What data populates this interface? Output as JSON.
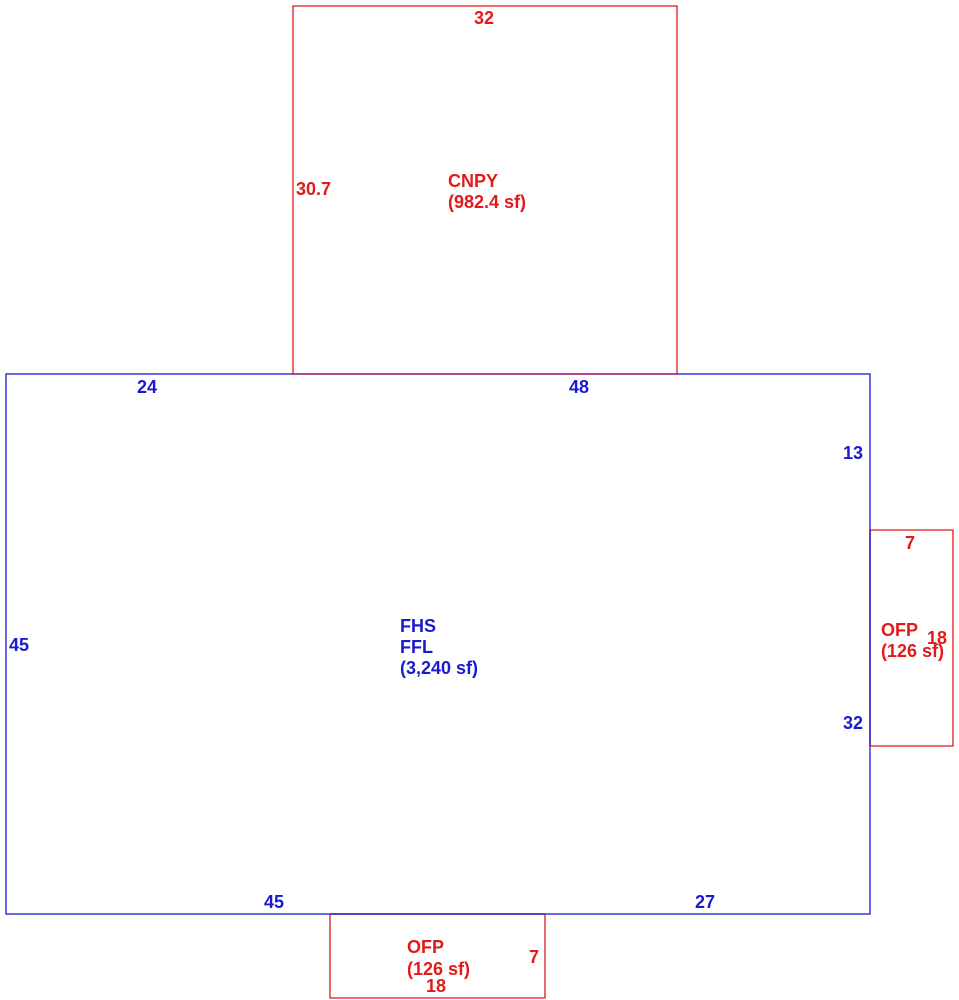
{
  "colors": {
    "main_structure": "#1a1ad0",
    "additions": "#e01b1b"
  },
  "canopy": {
    "code": "CNPY",
    "area": "(982.4 sf)",
    "dim_top": "32",
    "dim_left": "30.7"
  },
  "main": {
    "code_1": "FHS",
    "code_2": "FFL",
    "area": "(3,240 sf)",
    "dim_top_left": "24",
    "dim_top_right": "48",
    "dim_right_upper": "13",
    "dim_right_lower": "32",
    "dim_left": "45",
    "dim_bottom_left": "45",
    "dim_bottom_right": "27"
  },
  "porch_right": {
    "code": "OFP",
    "area": "(126 sf)",
    "dim_top": "7",
    "dim_right": "18"
  },
  "porch_bottom": {
    "code": "OFP",
    "area": "(126 sf)",
    "dim_right": "7",
    "dim_bottom": "18"
  }
}
